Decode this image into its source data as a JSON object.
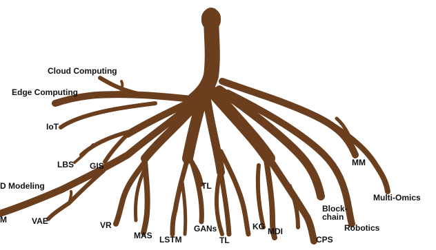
{
  "root_color": "#6b3e1e",
  "label_color": "#111111",
  "labels": {
    "cloud_computing": "Cloud Computing",
    "edge_computing": "Edge Computing",
    "iot": "IoT",
    "lbs": "LBS",
    "gis": "GIS",
    "d_modeling": "D Modeling",
    "m": "M",
    "vae": "VAE",
    "vr": "VR",
    "mas": "MAS",
    "lstm": "LSTM",
    "tl_upper": "TL",
    "gans": "GANs",
    "tl_lower": "TL",
    "kg": "KG",
    "mdi": "MDI",
    "cps": "CPS",
    "blockchain": "Block-\nchain",
    "robotics": "Robotics",
    "mm": "MM",
    "multi_omics": "Multi-Omics"
  }
}
